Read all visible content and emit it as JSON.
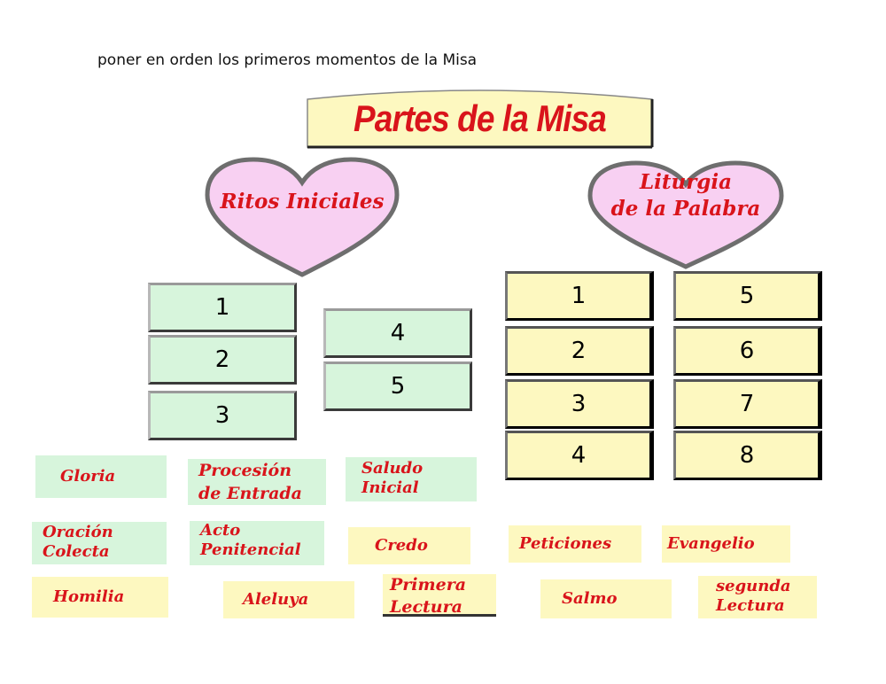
{
  "instruction": "poner en orden los primeros momentos de la Misa",
  "banner": {
    "title": "Partes de la Misa"
  },
  "hearts": {
    "left": {
      "lines": [
        "Ritos Iniciales"
      ]
    },
    "right": {
      "lines": [
        "Liturgia",
        "de la Palabra"
      ]
    }
  },
  "ritos_slots": [
    "1",
    "2",
    "3",
    "4",
    "5"
  ],
  "liturgia_slots": [
    "1",
    "2",
    "3",
    "4",
    "5",
    "6",
    "7",
    "8"
  ],
  "cards": [
    {
      "lines": [
        "Gloria"
      ]
    },
    {
      "lines": [
        "Procesión",
        "de Entrada"
      ]
    },
    {
      "lines": [
        "Saludo",
        "Inicial"
      ]
    },
    {
      "lines": [
        "Oración",
        "Colecta"
      ]
    },
    {
      "lines": [
        "Acto",
        "Penitencial"
      ]
    },
    {
      "lines": [
        "Credo"
      ]
    },
    {
      "lines": [
        "Peticiones"
      ]
    },
    {
      "lines": [
        "Evangelio"
      ]
    },
    {
      "lines": [
        "Homilia"
      ]
    },
    {
      "lines": [
        "Aleluya"
      ]
    },
    {
      "lines": [
        "Primera",
        "Lectura"
      ]
    },
    {
      "lines": [
        "Salmo"
      ]
    },
    {
      "lines": [
        "segunda",
        "Lectura"
      ]
    }
  ],
  "colors": {
    "title_red": "#d9141b",
    "heart_fill": "#f8d0f2",
    "heart_outline": "#6e6e6e",
    "green_box": "#d7f5dc",
    "yellow_box": "#fdf8c0"
  }
}
